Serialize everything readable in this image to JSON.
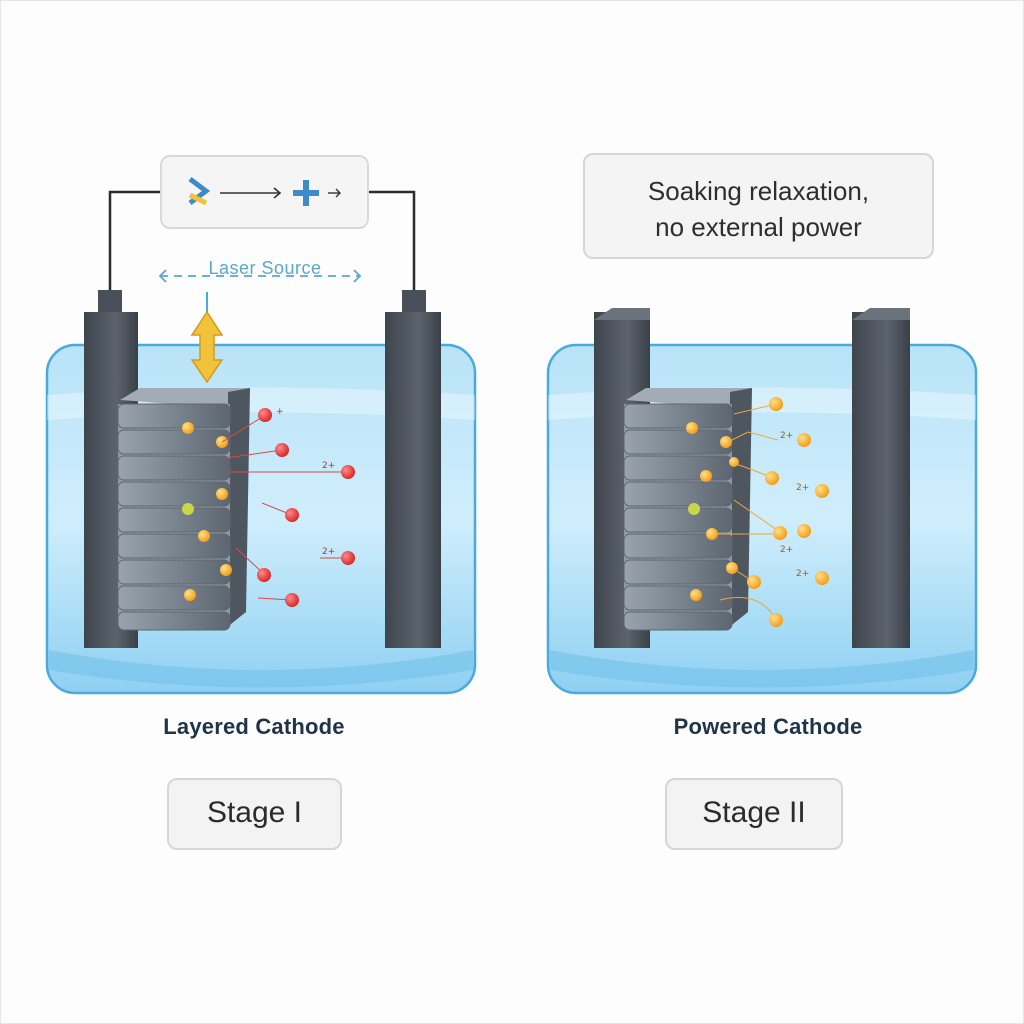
{
  "top_right_caption": {
    "line1": "Soaking relaxation,",
    "line2": "no external power"
  },
  "power_source": {
    "label": "Laser Source",
    "icons": [
      "chevron-right-icon",
      "arrow-right-icon",
      "plus-icon",
      "arrow-right-icon"
    ]
  },
  "left_panel": {
    "label": "Layered Cathode",
    "stage": "Stage I",
    "ion_marks": [
      "2+",
      "2+",
      "+"
    ]
  },
  "right_panel": {
    "label": "Powered Cathode",
    "stage": "Stage II",
    "ion_marks": [
      "2+",
      "2+",
      "2+",
      "2+"
    ]
  },
  "colors": {
    "water": "#8fd0f2",
    "water_edge": "#4aa9dd",
    "electrode": "#4d5560",
    "cathode": "#7d8792",
    "ion_red": "#e63a3a",
    "ion_orange": "#f5a623",
    "arrow_yellow": "#f2c23a"
  }
}
